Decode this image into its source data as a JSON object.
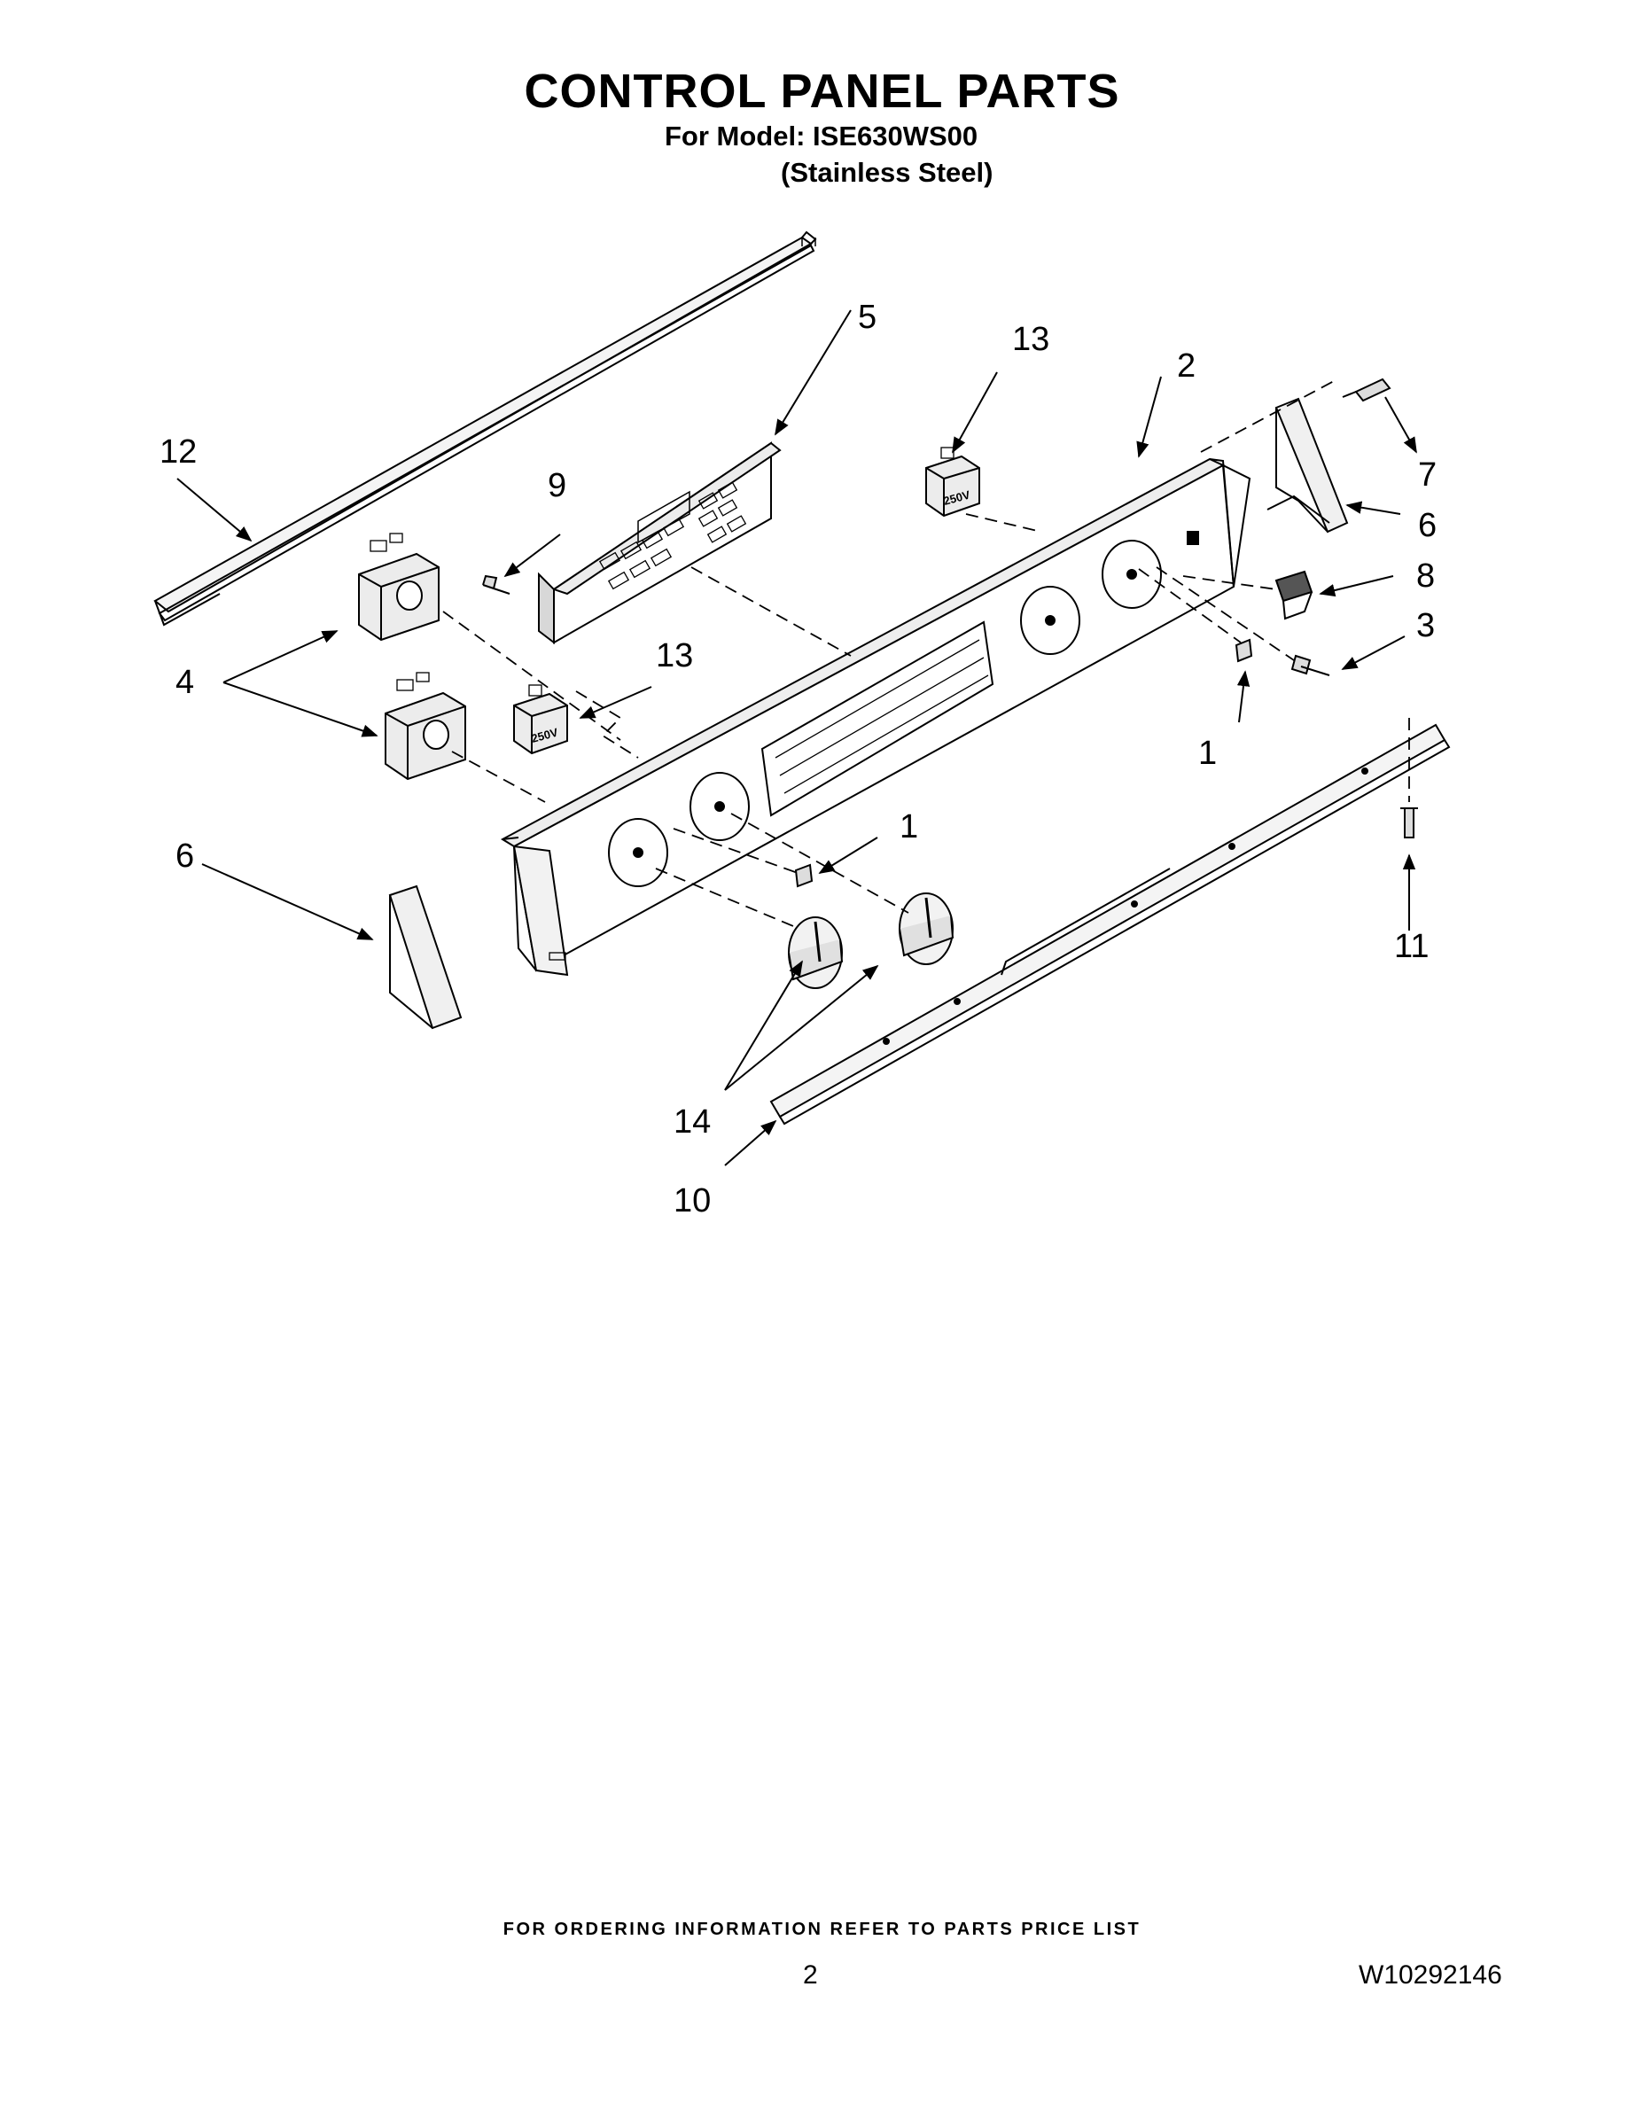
{
  "header": {
    "title": "CONTROL PANEL PARTS",
    "model_line": "For Model: ISE630WS00",
    "finish_line": "(Stainless Steel)"
  },
  "diagram": {
    "callouts": [
      "1",
      "1",
      "2",
      "3",
      "4",
      "5",
      "6",
      "6",
      "7",
      "8",
      "9",
      "10",
      "11",
      "12",
      "13",
      "13",
      "14"
    ],
    "rating_label": "250V"
  },
  "footer": {
    "ordering_info": "FOR ORDERING INFORMATION REFER TO PARTS PRICE LIST",
    "page_number": "2",
    "document_number": "W10292146"
  }
}
